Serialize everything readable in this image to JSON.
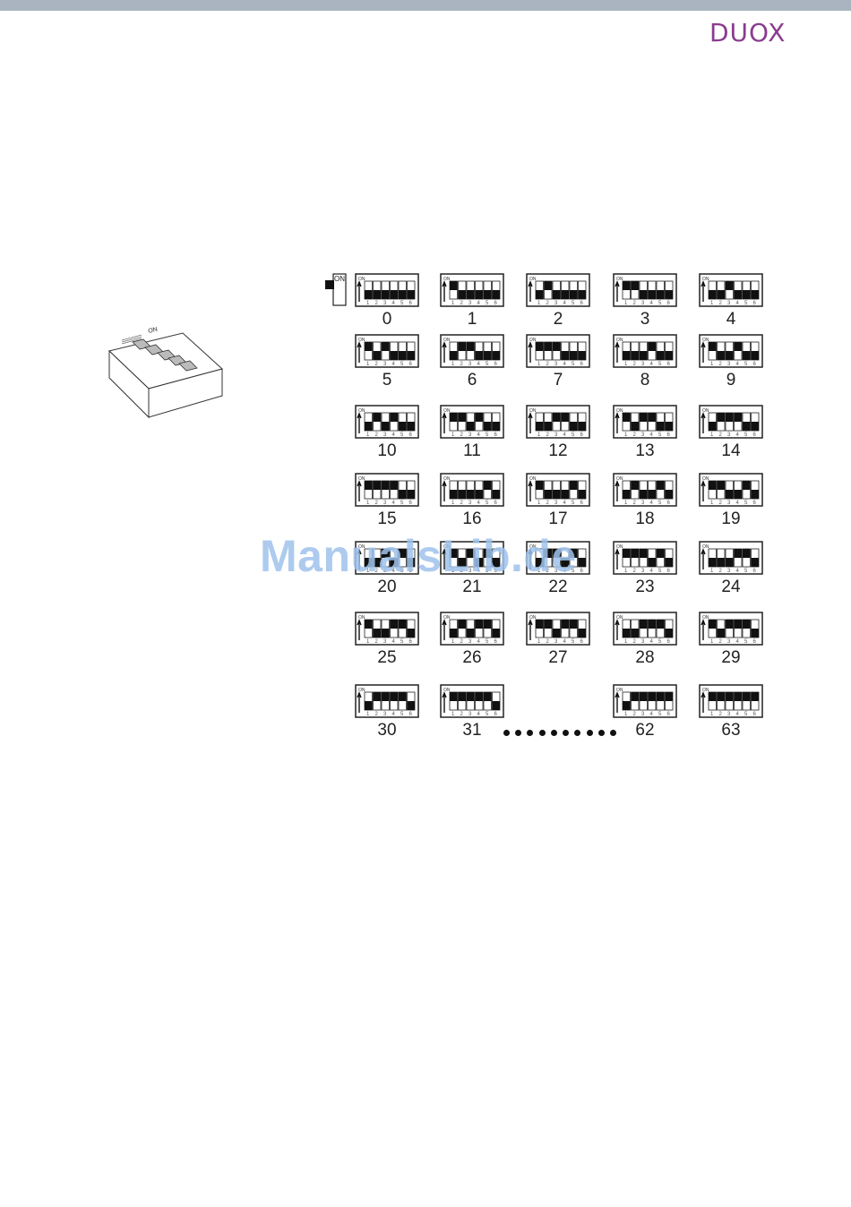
{
  "brand": {
    "logo_text": "DUOX",
    "color": "#8a3c8f"
  },
  "legend": {
    "label": "ON"
  },
  "switch_labels": {
    "on": "ON",
    "positions": [
      "1",
      "2",
      "3",
      "4",
      "5",
      "6"
    ]
  },
  "addresses": [
    {
      "value": "0",
      "on": [
        false,
        false,
        false,
        false,
        false,
        false
      ]
    },
    {
      "value": "1",
      "on": [
        true,
        false,
        false,
        false,
        false,
        false
      ]
    },
    {
      "value": "2",
      "on": [
        false,
        true,
        false,
        false,
        false,
        false
      ]
    },
    {
      "value": "3",
      "on": [
        true,
        true,
        false,
        false,
        false,
        false
      ]
    },
    {
      "value": "4",
      "on": [
        false,
        false,
        true,
        false,
        false,
        false
      ]
    },
    {
      "value": "5",
      "on": [
        true,
        false,
        true,
        false,
        false,
        false
      ]
    },
    {
      "value": "6",
      "on": [
        false,
        true,
        true,
        false,
        false,
        false
      ]
    },
    {
      "value": "7",
      "on": [
        true,
        true,
        true,
        false,
        false,
        false
      ]
    },
    {
      "value": "8",
      "on": [
        false,
        false,
        false,
        true,
        false,
        false
      ]
    },
    {
      "value": "9",
      "on": [
        true,
        false,
        false,
        true,
        false,
        false
      ]
    },
    {
      "value": "10",
      "on": [
        false,
        true,
        false,
        true,
        false,
        false
      ]
    },
    {
      "value": "11",
      "on": [
        true,
        true,
        false,
        true,
        false,
        false
      ]
    },
    {
      "value": "12",
      "on": [
        false,
        false,
        true,
        true,
        false,
        false
      ]
    },
    {
      "value": "13",
      "on": [
        true,
        false,
        true,
        true,
        false,
        false
      ]
    },
    {
      "value": "14",
      "on": [
        false,
        true,
        true,
        true,
        false,
        false
      ]
    },
    {
      "value": "15",
      "on": [
        true,
        true,
        true,
        true,
        false,
        false
      ]
    },
    {
      "value": "16",
      "on": [
        false,
        false,
        false,
        false,
        true,
        false
      ]
    },
    {
      "value": "17",
      "on": [
        true,
        false,
        false,
        false,
        true,
        false
      ]
    },
    {
      "value": "18",
      "on": [
        false,
        true,
        false,
        false,
        true,
        false
      ]
    },
    {
      "value": "19",
      "on": [
        true,
        true,
        false,
        false,
        true,
        false
      ]
    },
    {
      "value": "20",
      "on": [
        false,
        false,
        true,
        false,
        true,
        false
      ]
    },
    {
      "value": "21",
      "on": [
        true,
        false,
        true,
        false,
        true,
        false
      ]
    },
    {
      "value": "22",
      "on": [
        false,
        true,
        true,
        false,
        true,
        false
      ]
    },
    {
      "value": "23",
      "on": [
        true,
        true,
        true,
        false,
        true,
        false
      ]
    },
    {
      "value": "24",
      "on": [
        false,
        false,
        false,
        true,
        true,
        false
      ]
    },
    {
      "value": "25",
      "on": [
        true,
        false,
        false,
        true,
        true,
        false
      ]
    },
    {
      "value": "26",
      "on": [
        false,
        true,
        false,
        true,
        true,
        false
      ]
    },
    {
      "value": "27",
      "on": [
        true,
        true,
        false,
        true,
        true,
        false
      ]
    },
    {
      "value": "28",
      "on": [
        false,
        false,
        true,
        true,
        true,
        false
      ]
    },
    {
      "value": "29",
      "on": [
        true,
        false,
        true,
        true,
        true,
        false
      ]
    },
    {
      "value": "30",
      "on": [
        false,
        true,
        true,
        true,
        true,
        false
      ]
    },
    {
      "value": "31",
      "on": [
        true,
        true,
        true,
        true,
        true,
        false
      ]
    },
    {
      "value": "62",
      "on": [
        false,
        true,
        true,
        true,
        true,
        true
      ]
    },
    {
      "value": "63",
      "on": [
        true,
        true,
        true,
        true,
        true,
        true
      ]
    }
  ],
  "watermark": "ManualsLib.de"
}
